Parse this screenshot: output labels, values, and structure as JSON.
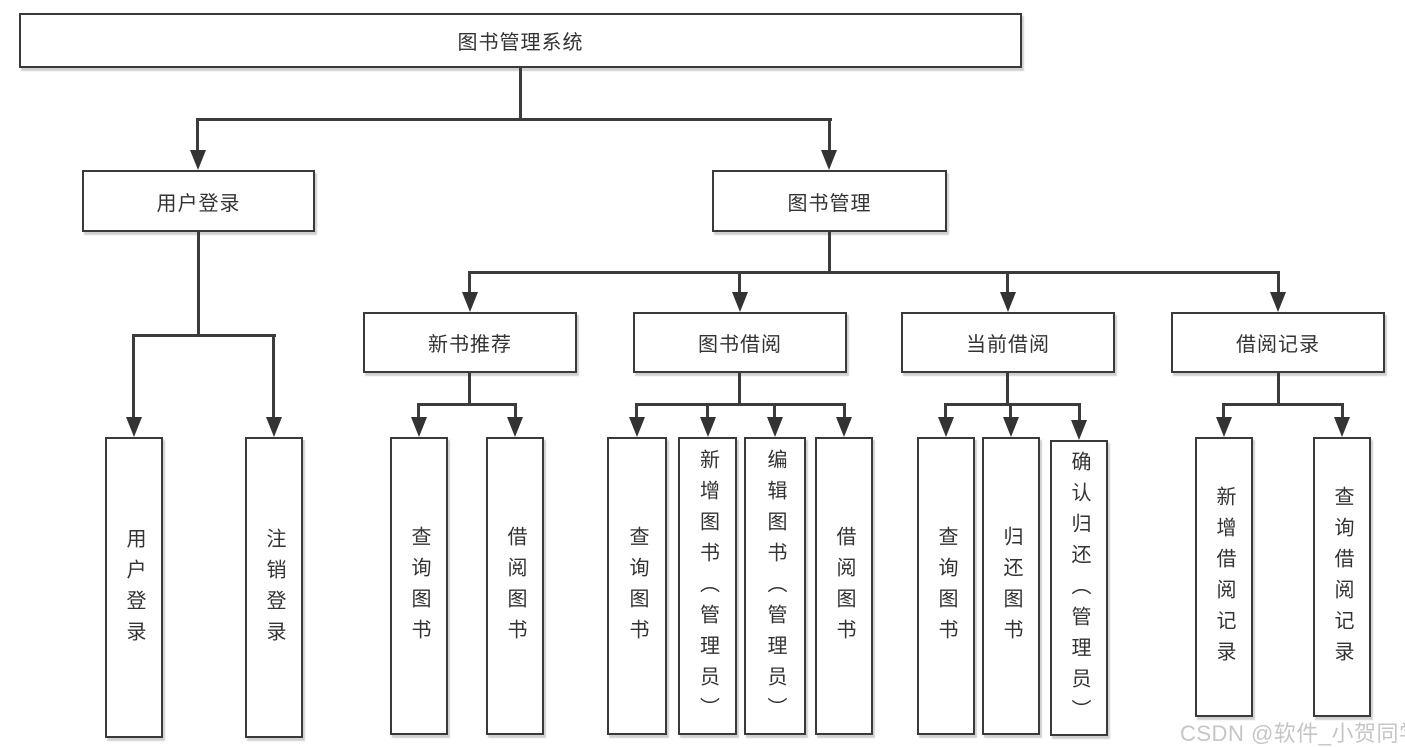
{
  "diagram": {
    "root": "图书管理系统",
    "user_login": {
      "label": "用户登录",
      "children": [
        "用户登录",
        "注销登录"
      ]
    },
    "book_management": {
      "label": "图书管理",
      "sections": [
        {
          "label": "新书推荐",
          "children": [
            "查询图书",
            "借阅图书"
          ]
        },
        {
          "label": "图书借阅",
          "children": [
            "查询图书",
            "新增图书（管理员）",
            "编辑图书（管理员）",
            "借阅图书"
          ]
        },
        {
          "label": "当前借阅",
          "children": [
            "查询图书",
            "归还图书",
            "确认归还（管理员）"
          ]
        },
        {
          "label": "借阅记录",
          "children": [
            "新增借阅记录",
            "查询借阅记录"
          ]
        }
      ]
    },
    "line_color": "#3b3b3b"
  },
  "watermark": {
    "text": "CSDN @软件_小贺同学",
    "color": "#c6c6c6"
  }
}
